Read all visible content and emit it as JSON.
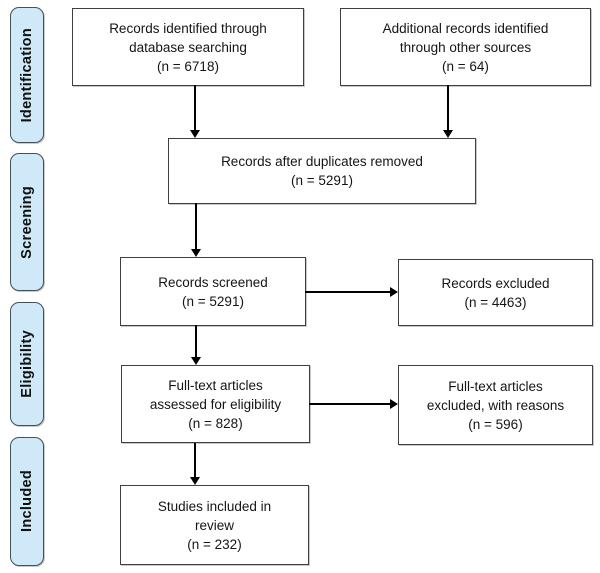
{
  "colors": {
    "stage_fill": "#cfe9f9",
    "box_border": "#3f3f3f",
    "arrow": "#000000",
    "background": "#ffffff"
  },
  "stages": [
    {
      "id": "identification",
      "label": "Identification"
    },
    {
      "id": "screening",
      "label": "Screening"
    },
    {
      "id": "eligibility",
      "label": "Eligibility"
    },
    {
      "id": "included",
      "label": "Included"
    }
  ],
  "boxes": [
    {
      "id": "records-identified-db",
      "text": "Records identified through\ndatabase searching\n(n = 6718)"
    },
    {
      "id": "additional-records-other",
      "text": "Additional records identified\nthrough other sources\n(n = 64)"
    },
    {
      "id": "records-after-duplicates",
      "text": "Records after duplicates removed\n(n = 5291)"
    },
    {
      "id": "records-screened",
      "text": "Records screened\n(n = 5291)"
    },
    {
      "id": "records-excluded",
      "text": "Records excluded\n(n = 4463)"
    },
    {
      "id": "fulltext-assessed",
      "text": "Full-text articles\nassessed for eligibility\n(n = 828)"
    },
    {
      "id": "fulltext-excluded",
      "text": "Full-text articles\nexcluded, with reasons\n(n = 596)"
    },
    {
      "id": "studies-included",
      "text": "Studies included in\nreview\n(n = 232)"
    }
  ],
  "edges": [
    {
      "from": "records-identified-db",
      "to": "records-after-duplicates",
      "direction": "down"
    },
    {
      "from": "additional-records-other",
      "to": "records-after-duplicates",
      "direction": "down"
    },
    {
      "from": "records-after-duplicates",
      "to": "records-screened",
      "direction": "down"
    },
    {
      "from": "records-screened",
      "to": "records-excluded",
      "direction": "right"
    },
    {
      "from": "records-screened",
      "to": "fulltext-assessed",
      "direction": "down"
    },
    {
      "from": "fulltext-assessed",
      "to": "fulltext-excluded",
      "direction": "right"
    },
    {
      "from": "fulltext-assessed",
      "to": "studies-included",
      "direction": "down"
    }
  ]
}
